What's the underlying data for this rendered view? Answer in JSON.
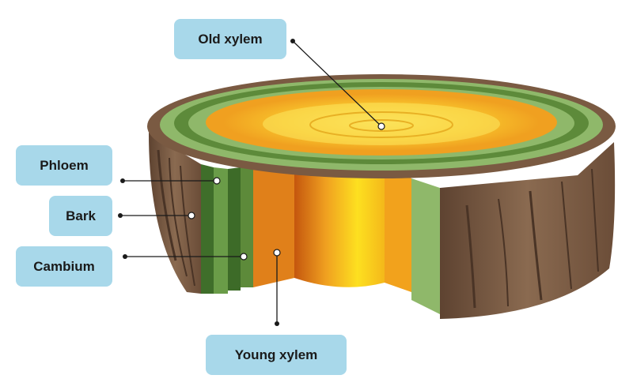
{
  "labels": {
    "old_xylem": "Old xylem",
    "phloem": "Phloem",
    "bark": "Bark",
    "cambium": "Cambium",
    "young_xylem": "Young xylem"
  },
  "colors": {
    "label_bg": "#a8d8ea",
    "bark": "#7a5a42",
    "phloem": "#5d8a3a",
    "cambium": "#8fb86a",
    "young_xylem": "#e58a1e",
    "old_xylem": "#f5c518"
  }
}
